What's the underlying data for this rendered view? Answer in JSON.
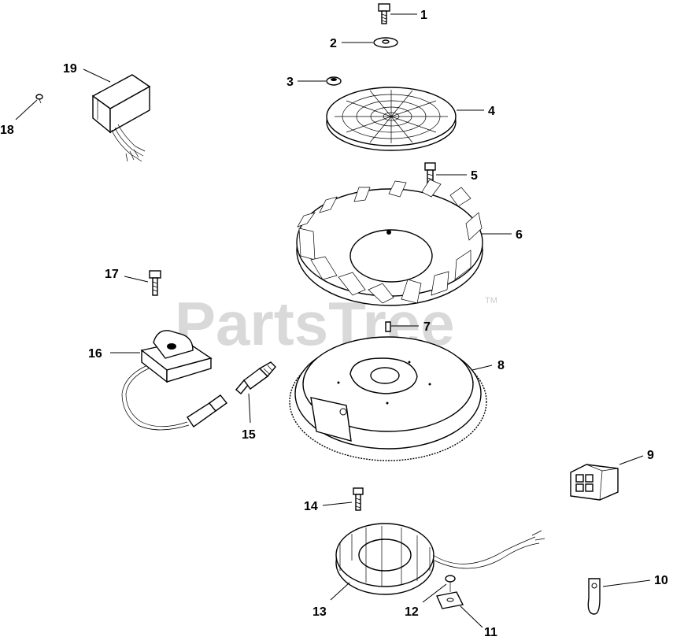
{
  "watermark": {
    "text": "PartsTree",
    "tm": "TM"
  },
  "parts": [
    {
      "id": "p1",
      "label": "1"
    },
    {
      "id": "p2",
      "label": "2"
    },
    {
      "id": "p3",
      "label": "3"
    },
    {
      "id": "p4",
      "label": "4"
    },
    {
      "id": "p5",
      "label": "5"
    },
    {
      "id": "p6",
      "label": "6"
    },
    {
      "id": "p7",
      "label": "7"
    },
    {
      "id": "p8",
      "label": "8"
    },
    {
      "id": "p9",
      "label": "9"
    },
    {
      "id": "p10",
      "label": "10"
    },
    {
      "id": "p11",
      "label": "11"
    },
    {
      "id": "p12",
      "label": "12"
    },
    {
      "id": "p13",
      "label": "13"
    },
    {
      "id": "p14",
      "label": "14"
    },
    {
      "id": "p15",
      "label": "15"
    },
    {
      "id": "p16",
      "label": "16"
    },
    {
      "id": "p17",
      "label": "17"
    },
    {
      "id": "p18",
      "label": "18"
    },
    {
      "id": "p19",
      "label": "19"
    }
  ]
}
